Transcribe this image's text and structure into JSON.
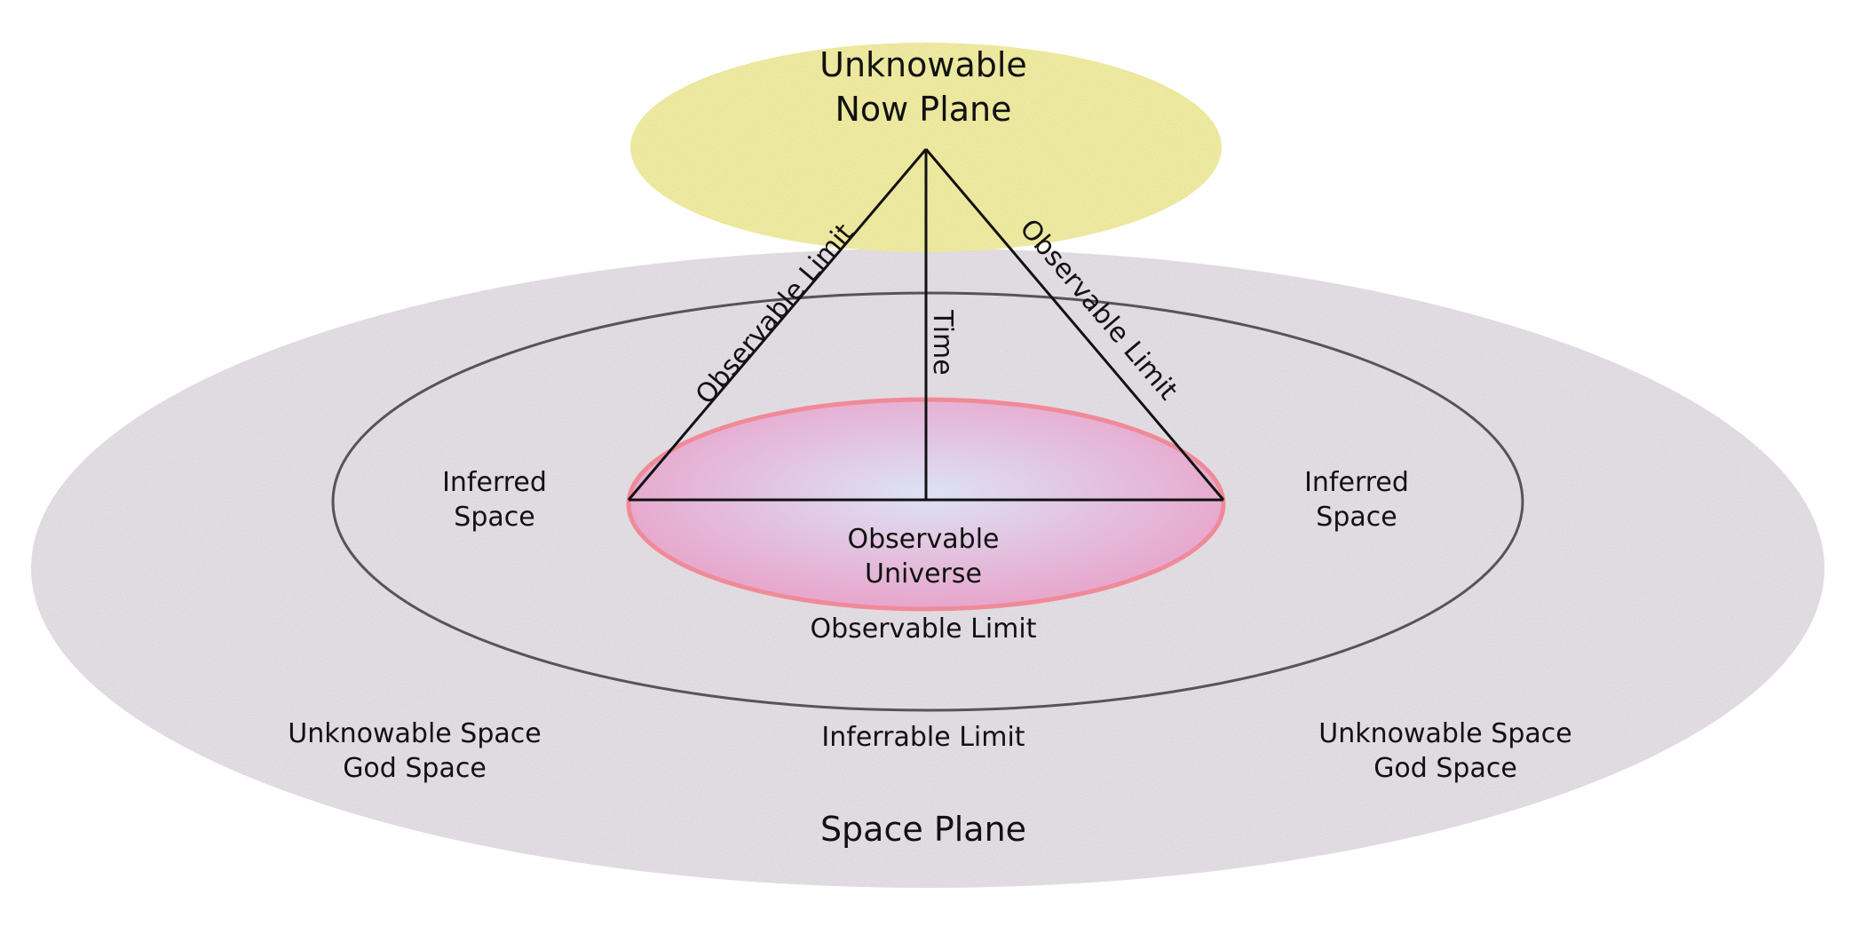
{
  "colors": {
    "space_plane_fill": "#e9e4ea",
    "now_plane_fill": "#f5f1a5",
    "observable_universe_edge": "#f08a98",
    "observable_universe_pink": "#e8a5cc",
    "observable_universe_blue": "#dde2f4",
    "line_color": "#111111",
    "inferrable_limit_ring": "#555555"
  },
  "labels": {
    "now_plane_line1": "Unknowable",
    "now_plane_line2": "Now Plane",
    "observable_limit_left": "Observable Limit",
    "observable_limit_right": "Observable Limit",
    "time": "Time",
    "inferred_space_left_line1": "Inferred",
    "inferred_space_left_line2": "Space",
    "inferred_space_right_line1": "Inferred",
    "inferred_space_right_line2": "Space",
    "observable_universe_line1": "Observable",
    "observable_universe_line2": "Universe",
    "observable_limit_bottom": "Observable Limit",
    "inferrable_limit": "Inferrable Limit",
    "unknowable_left_line1": "Unknowable Space",
    "unknowable_left_line2": "God Space",
    "unknowable_right_line1": "Unknowable Space",
    "unknowable_right_line2": "God Space",
    "space_plane": "Space Plane"
  }
}
